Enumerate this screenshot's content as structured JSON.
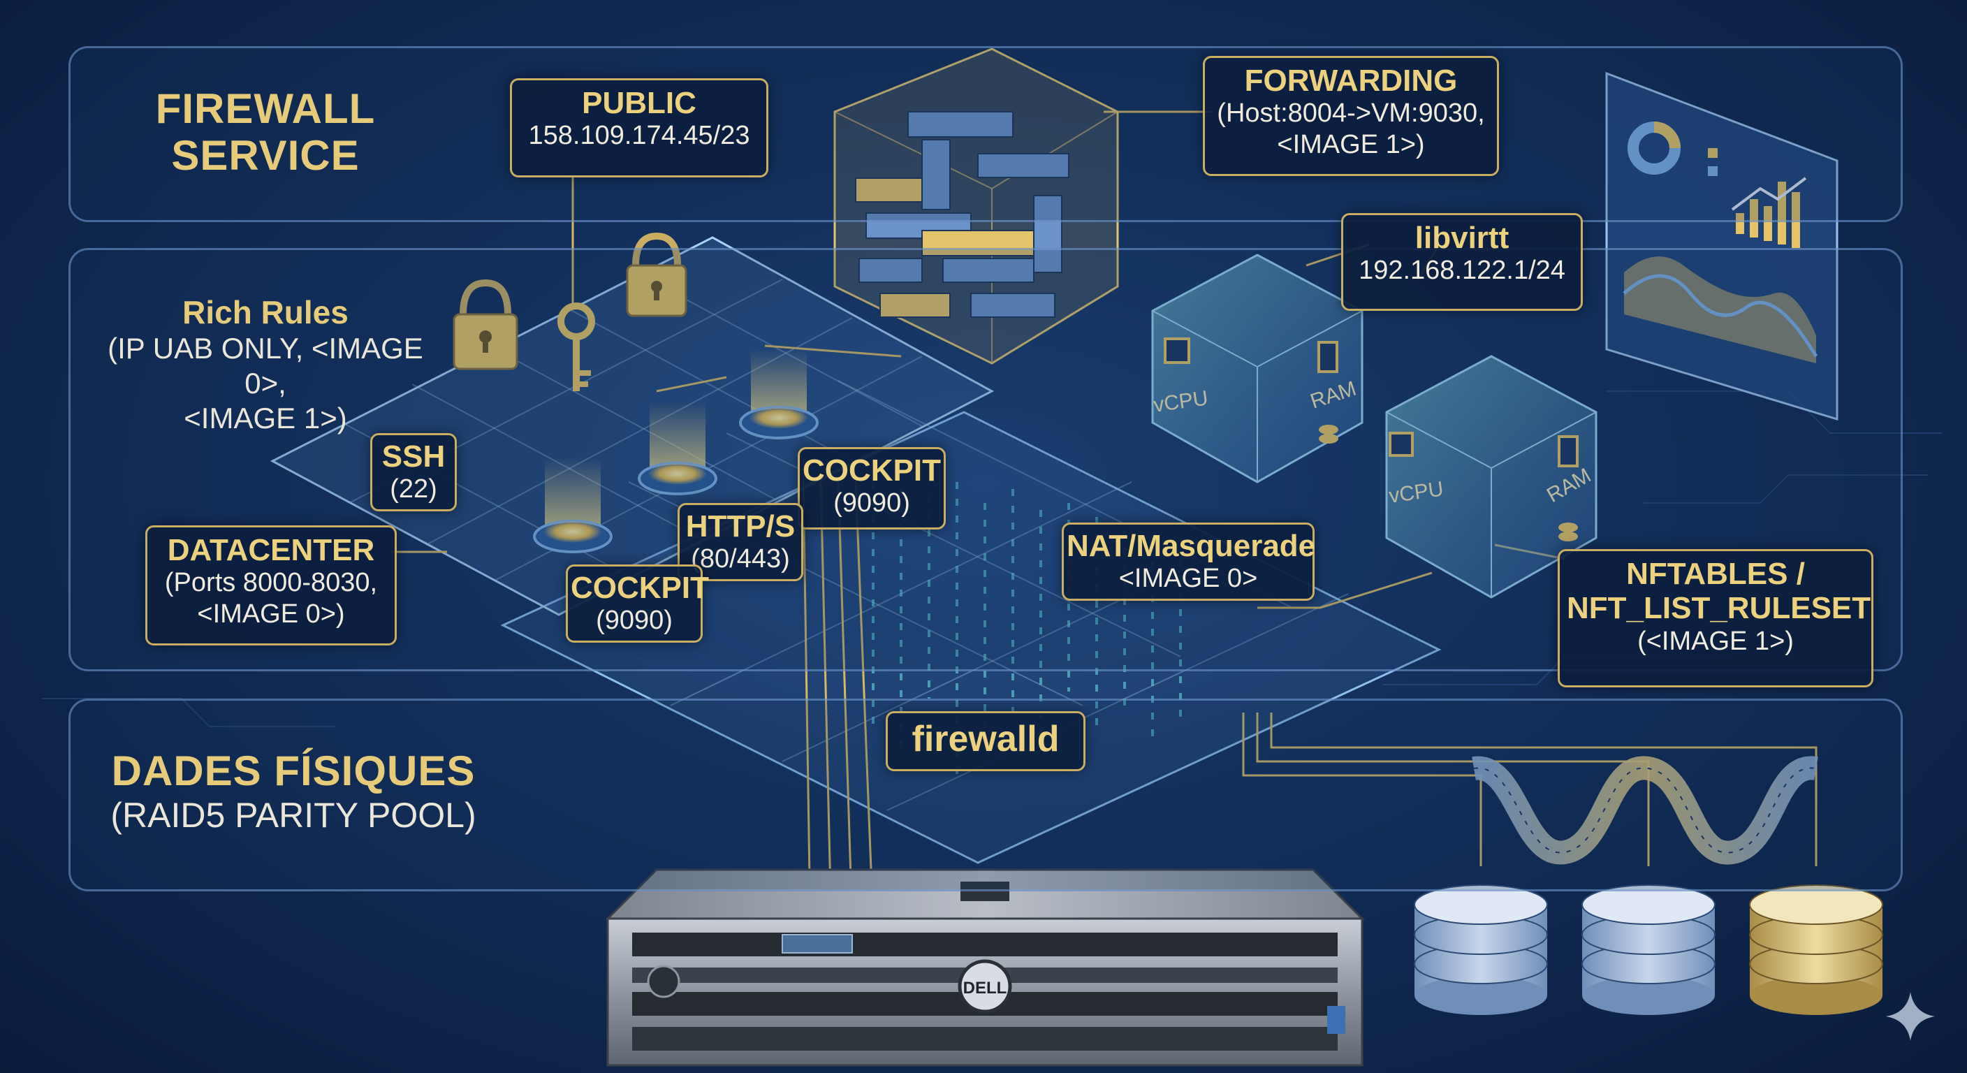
{
  "sections": {
    "firewall_service": {
      "title_line1": "FIREWALL",
      "title_line2": "SERVICE"
    },
    "dades_fisiques": {
      "title": "DADES FÍSIQUES",
      "subtitle": "(RAID5 PARITY POOL)"
    }
  },
  "labels": {
    "public": {
      "title": "PUBLIC",
      "value": "158.109.174.45/23"
    },
    "forwarding": {
      "title": "FORWARDING",
      "line1": "(Host:8004->VM:9030,",
      "line2": "<IMAGE 1>)"
    },
    "libvirt": {
      "title": "libvirtt",
      "value": "192.168.122.1/24"
    },
    "rich_rules": {
      "title": "Rich Rules",
      "line1": "(IP UAB ONLY, <IMAGE 0>,",
      "line2": "<IMAGE 1>)"
    },
    "ssh": {
      "title": "SSH",
      "value": "(22)"
    },
    "datacenter": {
      "title": "DATACENTER",
      "line1": "(Ports 8000-8030,",
      "line2": "<IMAGE 0>)"
    },
    "cockpit_top": {
      "title": "COCKPIT",
      "value": "(9090)"
    },
    "https": {
      "title": "HTTP/S",
      "value": "(80/443)"
    },
    "cockpit_bottom": {
      "title": "COCKPIT",
      "value": "(9090)"
    },
    "nat": {
      "title": "NAT/Masquerade",
      "value": "<IMAGE 0>"
    },
    "nftables": {
      "line1": "NFTABLES /",
      "line2": "NFT_LIST_RULESET",
      "line3": "(<IMAGE 1>)"
    },
    "firewalld": {
      "title": "firewalld"
    }
  },
  "vm_chips": {
    "cpu": "vCPU",
    "ram": "RAM"
  },
  "server": {
    "brand": "DELL"
  },
  "colors": {
    "background": "#122d58",
    "accent_gold": "#c9ad63",
    "label_fill": "#0c1e3e",
    "cube_blue": "#5b86bf",
    "cyan_glow": "#6fe3ea"
  },
  "icons": [
    "padlock-icon",
    "key-icon",
    "vcpu-chip-icon",
    "ram-chip-icon",
    "dashboard-chart-icon",
    "disk-stack-icon",
    "sparkle-icon"
  ]
}
